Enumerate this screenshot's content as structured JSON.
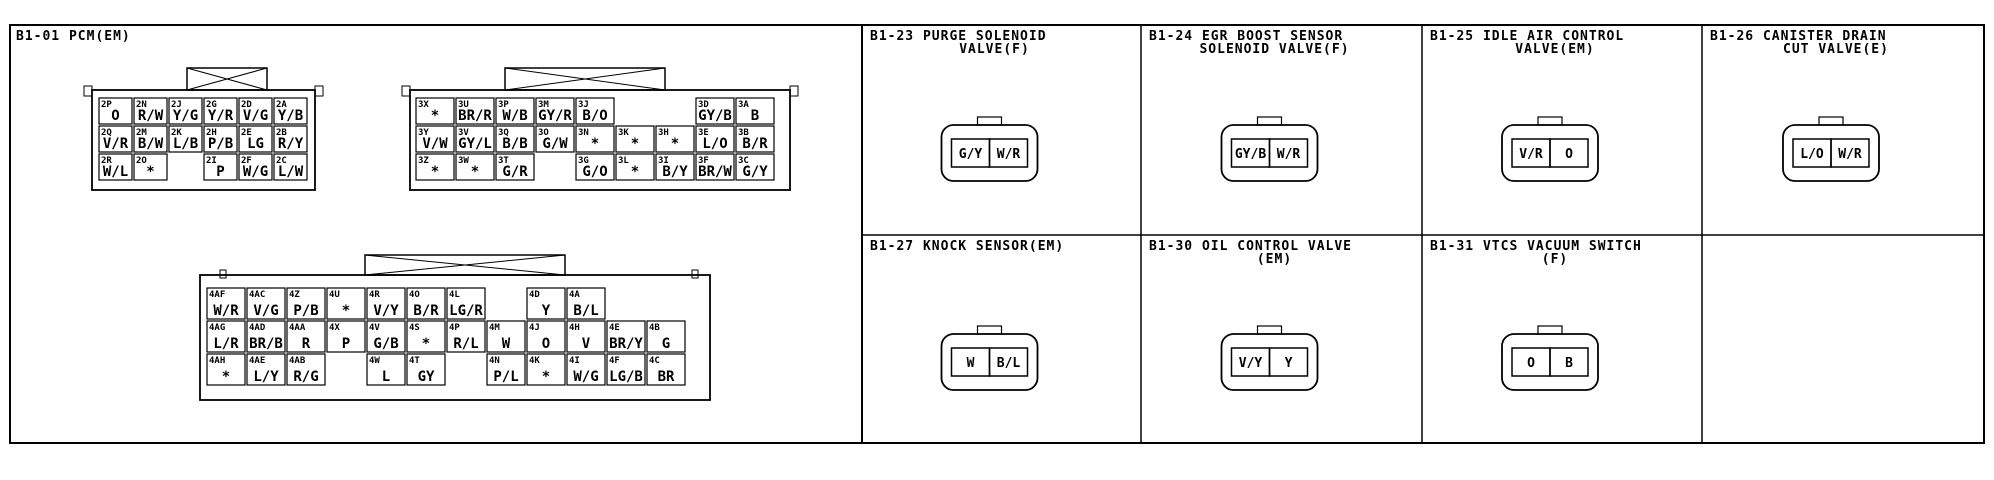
{
  "pcm": {
    "title": "B1-01 PCM(EM)",
    "connector_a": {
      "rows": [
        [
          [
            "2P",
            "O"
          ],
          [
            "2N",
            "R/W"
          ],
          [
            "2J",
            "Y/G"
          ],
          [
            "2G",
            "Y/R"
          ],
          [
            "2D",
            "V/G"
          ],
          [
            "2A",
            "Y/B"
          ]
        ],
        [
          [
            "2Q",
            "V/R"
          ],
          [
            "2M",
            "B/W"
          ],
          [
            "2K",
            "L/B"
          ],
          [
            "2H",
            "P/B"
          ],
          [
            "2E",
            "LG"
          ],
          [
            "2B",
            "R/Y"
          ]
        ],
        [
          [
            "2R",
            "W/L"
          ],
          [
            "2O",
            "*"
          ],
          [
            "",
            ""
          ],
          [
            "2I",
            "P"
          ],
          [
            "2F",
            "W/G"
          ],
          [
            "2C",
            "L/W"
          ]
        ]
      ]
    },
    "connector_b": {
      "rows": [
        [
          [
            "3X",
            "*"
          ],
          [
            "3U",
            "BR/R"
          ],
          [
            "3P",
            "W/B"
          ],
          [
            "3M",
            "GY/R"
          ],
          [
            "3J",
            "B/O"
          ],
          [
            "",
            ""
          ],
          [
            "",
            ""
          ],
          [
            "3D",
            "GY/B"
          ],
          [
            "3A",
            "B"
          ]
        ],
        [
          [
            "3Y",
            "V/W"
          ],
          [
            "3V",
            "GY/L"
          ],
          [
            "3Q",
            "B/B"
          ],
          [
            "3O",
            "G/W"
          ],
          [
            "3N",
            "*"
          ],
          [
            "3K",
            "*"
          ],
          [
            "3H",
            "*"
          ],
          [
            "3E",
            "L/O"
          ],
          [
            "3B",
            "B/R"
          ]
        ],
        [
          [
            "3Z",
            "*"
          ],
          [
            "3W",
            "*"
          ],
          [
            "3T",
            "G/R"
          ],
          [
            "",
            ""
          ],
          [
            "3G",
            "G/O"
          ],
          [
            "3L",
            "*"
          ],
          [
            "3I",
            "B/Y"
          ],
          [
            "3F",
            "BR/W"
          ],
          [
            "3C",
            "G/Y"
          ]
        ]
      ]
    },
    "connector_c": {
      "rows": [
        [
          [
            "4AF",
            "W/R"
          ],
          [
            "4AC",
            "V/G"
          ],
          [
            "4Z",
            "P/B"
          ],
          [
            "4U",
            "*"
          ],
          [
            "4R",
            "V/Y"
          ],
          [
            "4O",
            "B/R"
          ],
          [
            "4L",
            "LG/R"
          ],
          [
            "",
            ""
          ],
          [
            "4D",
            "Y"
          ],
          [
            "4A",
            "B/L"
          ]
        ],
        [
          [
            "4AG",
            "L/R"
          ],
          [
            "4AD",
            "BR/B"
          ],
          [
            "4AA",
            "R"
          ],
          [
            "4X",
            "P"
          ],
          [
            "4V",
            "G/B"
          ],
          [
            "4S",
            "*"
          ],
          [
            "4P",
            "R/L"
          ],
          [
            "4M",
            "W"
          ],
          [
            "4J",
            "O"
          ],
          [
            "4H",
            "V"
          ],
          [
            "4E",
            "BR/Y"
          ],
          [
            "4B",
            "G"
          ]
        ],
        [
          [
            "4AH",
            "*"
          ],
          [
            "4AE",
            "L/Y"
          ],
          [
            "4AB",
            "R/G"
          ],
          [
            "",
            ""
          ],
          [
            "4W",
            "L"
          ],
          [
            "4T",
            "GY"
          ],
          [
            "",
            ""
          ],
          [
            "4N",
            "P/L"
          ],
          [
            "4K",
            "*"
          ],
          [
            "4I",
            "W/G"
          ],
          [
            "4F",
            "LG/B"
          ],
          [
            "4C",
            "BR"
          ]
        ]
      ]
    }
  },
  "components": [
    {
      "title": [
        "B1-23 PURGE SOLENOID",
        "VALVE(F)"
      ],
      "pins": [
        "G/Y",
        "W/R"
      ]
    },
    {
      "title": [
        "B1-24 EGR BOOST SENSOR",
        "SOLENOID VALVE(F)"
      ],
      "pins": [
        "GY/B",
        "W/R"
      ]
    },
    {
      "title": [
        "B1-25 IDLE AIR CONTROL",
        "VALVE(EM)"
      ],
      "pins": [
        "V/R",
        "O"
      ]
    },
    {
      "title": [
        "B1-26 CANISTER DRAIN",
        "CUT VALVE(E)"
      ],
      "pins": [
        "L/O",
        "W/R"
      ]
    },
    {
      "title": [
        "B1-27 KNOCK SENSOR(EM)"
      ],
      "pins": [
        "W",
        "B/L"
      ]
    },
    {
      "title": [
        "B1-30 OIL CONTROL VALVE",
        "(EM)"
      ],
      "pins": [
        "V/Y",
        "Y"
      ]
    },
    {
      "title": [
        "B1-31 VTCS VACUUM SWITCH",
        "(F)"
      ],
      "pins": [
        "O",
        "B"
      ]
    },
    {
      "title": [],
      "pins": []
    }
  ]
}
